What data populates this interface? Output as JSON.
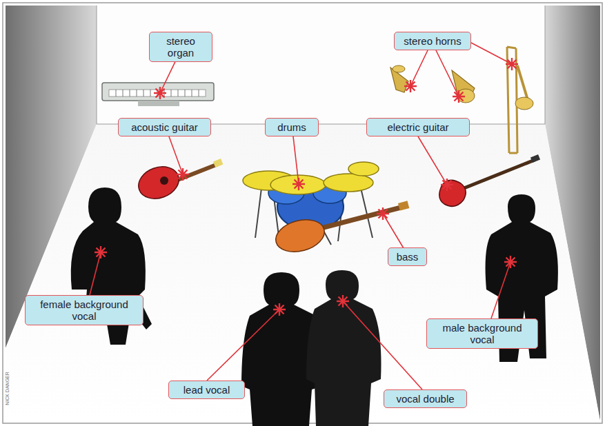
{
  "diagram": {
    "nodes": [
      {
        "text": [
          "stereo organ"
        ]
      },
      {
        "text": [
          "stereo horns"
        ]
      },
      {
        "text": [
          "acoustic guitar"
        ]
      },
      {
        "text": [
          "drums"
        ]
      },
      {
        "text": [
          "electric guitar"
        ]
      },
      {
        "text": [
          "bass"
        ]
      },
      {
        "text": [
          "female background vocal"
        ]
      },
      {
        "text": [
          "male background vocal"
        ]
      },
      {
        "text": [
          "lead vocal"
        ]
      },
      {
        "text": [
          "vocal double"
        ]
      }
    ],
    "labels": [
      "NICK DANGER"
    ]
  }
}
